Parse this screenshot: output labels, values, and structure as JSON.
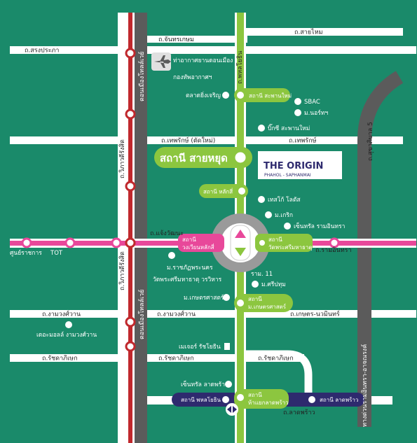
{
  "colors": {
    "background": "#1a8a6a",
    "road": "#ffffff",
    "green_line": "#8cc63f",
    "pink_line": "#e8489a",
    "red_line": "#c0282d",
    "purple_line": "#2e2a6e",
    "expressway": "#5b5b5b"
  },
  "roads": {
    "sarasin": "ถ.สรงประภา",
    "chan": "ถ.จันทรเกษม",
    "sai_mai": "ถ.สายไหม",
    "thep1": "ถ.เทพรักษ์ (ตัดใหม่)",
    "thep2": "ถ.เทพรักษ์",
    "chaeng": "ถ.แจ้งวัฒนะ",
    "ram": "ถ.รามอินทรา",
    "ngam1": "ถ.งามวงศ์วาน",
    "ngam2": "ถ.งามวงศ์วาน",
    "kaset": "ถ.เกษตร-นวมินทร์",
    "ratch1": "ถ.รัชดาภิเษก",
    "ratch2": "ถ.รัชดาภิเษก",
    "ratch3": "ถ.รัชดาภิเษก",
    "lat": "ถ.ลาดพร้าว",
    "phahon": "ถ.พหลโยธิน",
    "vibhavadi1": "ถ.วิภาวดีรังสิต",
    "vibhavadi2": "ถ.วิภาวดีรังสิต",
    "donmuang1": "ดอนเมืองโทลล์เวย์",
    "donmuang2": "ดอนเมืองโทลล์เวย์",
    "sukhaphiban": "ถ.สุขาภิบาล 5",
    "expressway": "ทางด่วนรามอินทรา-อาจณรงค์"
  },
  "pois": {
    "airport": "ท่าอากาศยานดอนเมือง",
    "airforce": "กองทัพอากาศฯ",
    "talad": "ตลาดยิ่งเจริญ",
    "sbac": "SBAC",
    "north": "ม.นอร์ทฯ",
    "bigc": "บิ๊กซี สะพานใหม่",
    "lotus": "เทสโก้ โลตัส",
    "krirk": "ม.เกริก",
    "central_ram": "เซ็นทรัล รามอินทรา",
    "rajabhat": "ม.ราชภัฏพระนคร",
    "ram11": "ราม. 11",
    "siprathum": "ม.ศรีปทุม",
    "wat": "วัดพระศรีมหาธาตุ วรวิหาร",
    "kaset_u": "ม.เกษตรศาสตร์",
    "themall": "เดอะมอลล์ งามวงศ์วาน",
    "major": "เมเจอร์ รัชโยธิน",
    "central_lat": "เซ็นทรัล ลาดพร้าว"
  },
  "tol_station": "TOT",
  "govt_center": "ศูนย์ราชการ",
  "stations": {
    "main": "สถานี สายหยุด",
    "saphan_mai": "สถานี สะพานใหม่",
    "laksi": "สถานี หลักสี่",
    "wongwian_laksi": [
      "สถานี",
      "วงเวียนหลักสี่"
    ],
    "wat_phra_sri": [
      "สถานี",
      "วัดพระศรีมหาธาตุ"
    ],
    "kaset": [
      "สถานี",
      "ม.เกษตรศาสตร์"
    ],
    "phahon": "สถานี พหลโยธิน",
    "ha_yaek": [
      "สถานี",
      "ห้าแยกลาดพร้าว"
    ],
    "lat_phrao": "สถานี ลาดพร้าว"
  },
  "logo": {
    "line1": "THE ORIGIN",
    "line2": "PHAHOL - SAPHANMAI"
  }
}
